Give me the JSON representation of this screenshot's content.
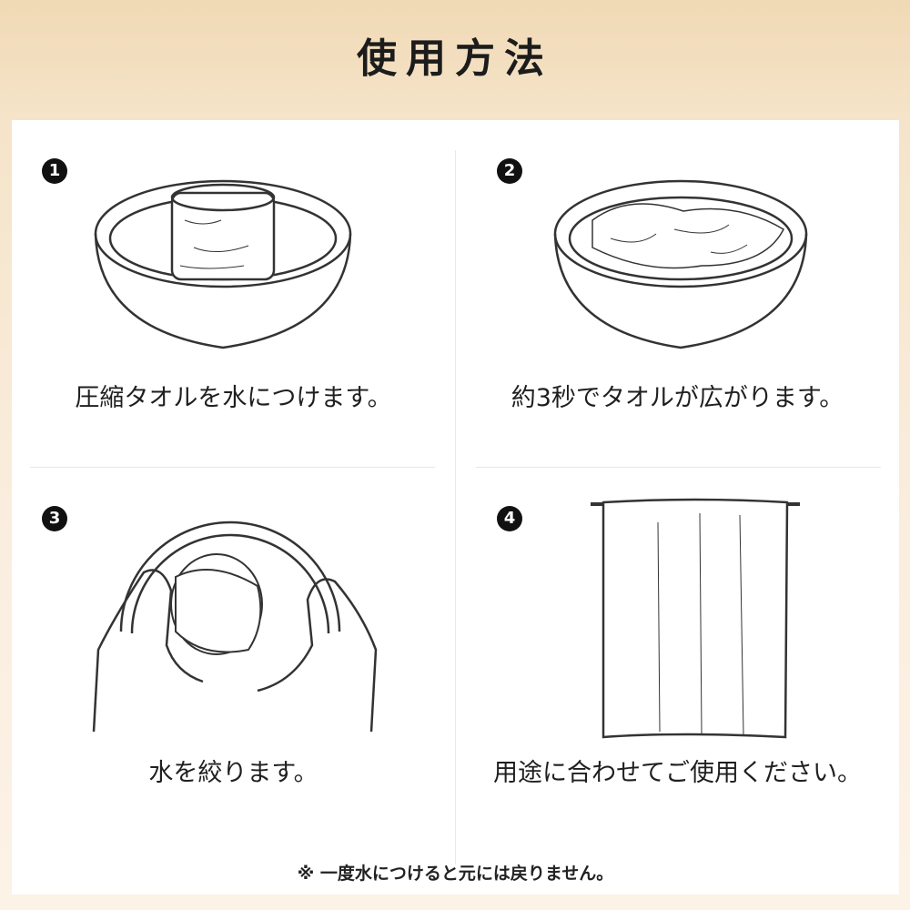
{
  "title": "使用方法",
  "steps": [
    {
      "number": "1",
      "caption": "圧縮タオルを水につけます。"
    },
    {
      "number": "2",
      "caption": "約3秒でタオルが広がります。"
    },
    {
      "number": "3",
      "caption": "水を絞ります。"
    },
    {
      "number": "4",
      "caption": "用途に合わせてご使用ください。"
    }
  ],
  "note": "※ 一度水につけると元には戻りません。"
}
